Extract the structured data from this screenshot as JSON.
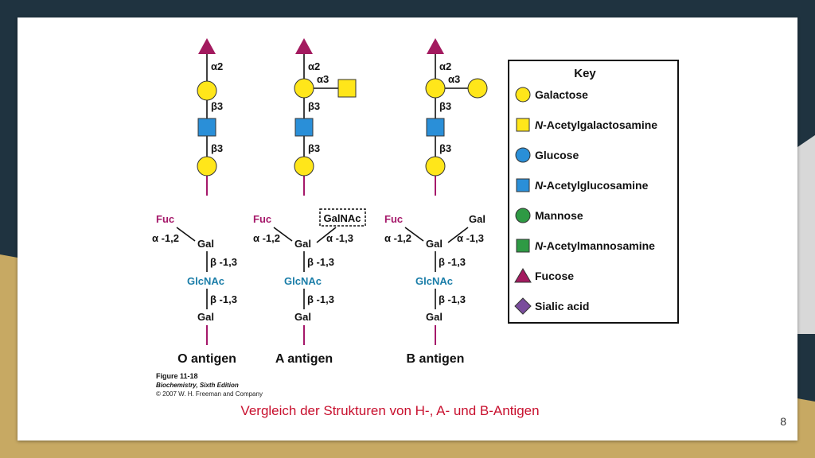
{
  "colors": {
    "galactose": "#ffe61a",
    "glucose": "#2a8fd8",
    "mannose": "#2e9a44",
    "fucose": "#a31a5f",
    "sialic": "#7a4d9c",
    "link": "#a5186a",
    "glcnac_text": "#1a7da8",
    "caption": "#c8102e"
  },
  "symbol_tree": {
    "links": {
      "a2": "α2",
      "a3": "α3",
      "b3": "β3"
    }
  },
  "key": {
    "title": "Key",
    "items": [
      {
        "shape": "circle",
        "color": "#ffe61a",
        "label": "Galactose"
      },
      {
        "shape": "square",
        "color": "#ffe61a",
        "prefix": "N",
        "label": "-Acetylgalactosamine"
      },
      {
        "shape": "circle",
        "color": "#2a8fd8",
        "label": "Glucose"
      },
      {
        "shape": "square",
        "color": "#2a8fd8",
        "prefix": "N",
        "label": "-Acetylglucosamine"
      },
      {
        "shape": "circle",
        "color": "#2e9a44",
        "label": "Mannose"
      },
      {
        "shape": "square",
        "color": "#2e9a44",
        "prefix": "N",
        "label": "-Acetylmannosamine"
      },
      {
        "shape": "triangle",
        "color": "#a31a5f",
        "label": "Fucose"
      },
      {
        "shape": "diamond",
        "color": "#7a4d9c",
        "label": "Sialic acid"
      }
    ]
  },
  "text_tree": {
    "fuc": "Fuc",
    "gal": "Gal",
    "galnac": "GalNAc",
    "glcnac": "GlcNAc",
    "a12": "α -1,2",
    "a13": "α -1,3",
    "b13": "β -1,3"
  },
  "antigens": [
    "O antigen",
    "A antigen",
    "B antigen"
  ],
  "figure_credit": {
    "line1": "Figure 11-18",
    "line2": "Biochemistry, Sixth Edition",
    "line3": "© 2007 W. H. Freeman and Company"
  },
  "caption": "Vergleich der Strukturen von H-, A- und B-Antigen",
  "page_number": "8"
}
